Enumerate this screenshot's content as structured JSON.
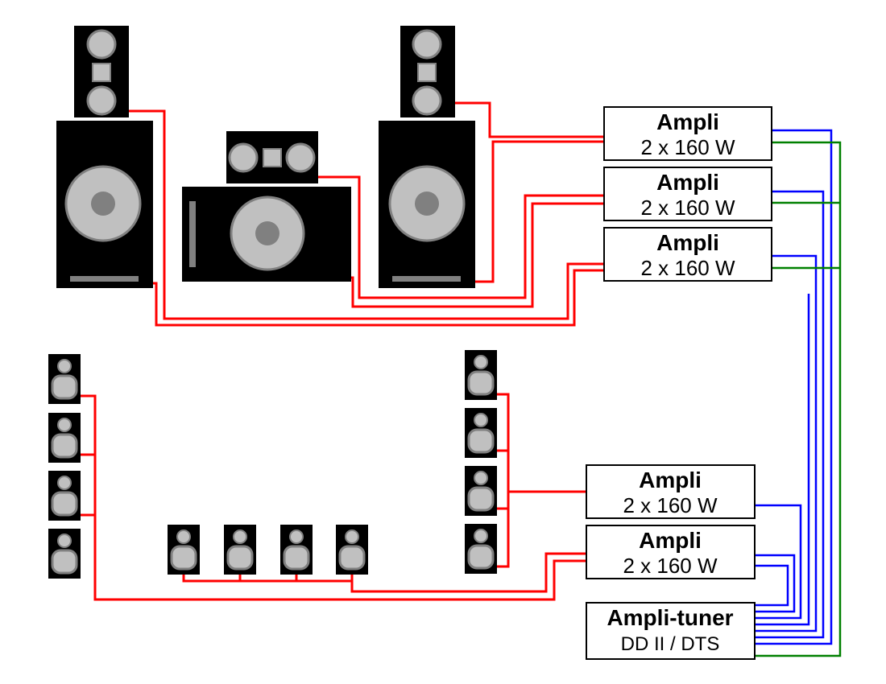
{
  "amplifiers": [
    {
      "title": "Ampli",
      "spec": "2 x 160 W"
    },
    {
      "title": "Ampli",
      "spec": "2 x 160 W"
    },
    {
      "title": "Ampli",
      "spec": "2 x 160 W"
    },
    {
      "title": "Ampli",
      "spec": "2 x 160 W"
    },
    {
      "title": "Ampli",
      "spec": "2 x 160 W"
    }
  ],
  "tuner": {
    "title": "Ampli-tuner",
    "spec": "DD II / DTS"
  },
  "colors": {
    "speaker_cable": "#ff0000",
    "signal_blue": "#0000ff",
    "signal_green": "#008000",
    "speaker_body": "#000000",
    "driver_outer": "#c0c0c0",
    "driver_inner": "#808080",
    "box_border": "#000000"
  }
}
